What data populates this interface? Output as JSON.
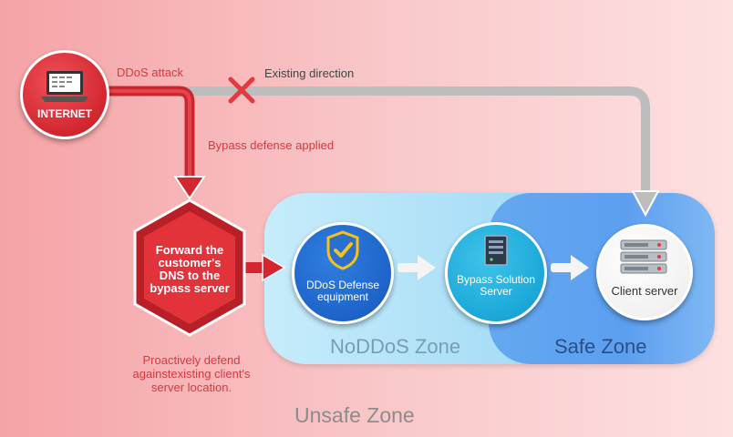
{
  "labels": {
    "internet": "INTERNET",
    "ddos_attack": "DDoS attack",
    "existing_direction": "Existing direction",
    "bypass_defense": "Bypass defense applied",
    "forward_dns": "Forward the customer's DNS to the bypass server",
    "proactive": "Proactively defend againstexisting client's server location.",
    "noddos_zone": "NoDDoS Zone",
    "safe_zone": "Safe Zone",
    "unsafe_zone": "Unsafe Zone",
    "ddos_equipment": "DDoS Defense equipment",
    "bypass_server": "Bypass Solution Server",
    "client_server": "Client server"
  },
  "icons": {
    "internet": "laptop-icon",
    "blocked": "x-mark-icon",
    "ddos_equipment": "shield-check-icon",
    "bypass_server": "server-tower-icon",
    "client_server": "server-rack-icon"
  },
  "colors": {
    "attack_red": "#d3262f",
    "route_gray": "#bdbdbd",
    "noddos_zone": "#a7ddf6",
    "safe_zone": "#5c9ff0",
    "node_blue": "#1e63c9",
    "node_cyan": "#1ba8d8"
  }
}
